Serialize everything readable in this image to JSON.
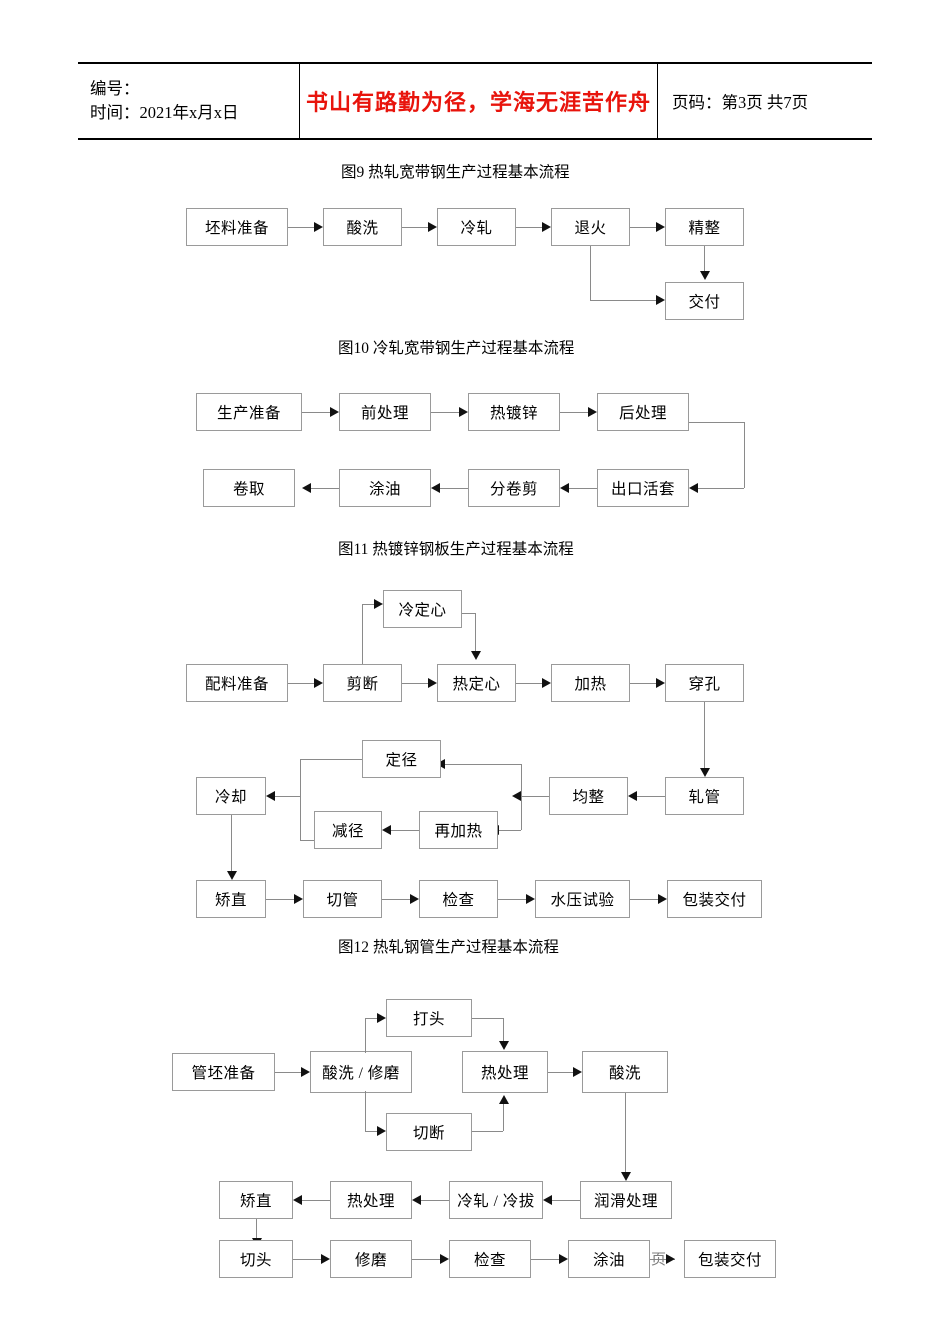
{
  "header": {
    "label_number": "编号：",
    "label_time": "时间：2021年x月x日",
    "slogan": "书山有路勤为径，学海无涯苦作舟",
    "page_info": "页码：第3页 共7页",
    "slogan_color": "#e8140c"
  },
  "captions": {
    "fig9": "图9 热轧宽带钢生产过程基本流程",
    "fig10": "图10 冷轧宽带钢生产过程基本流程",
    "fig11": "图11 热镀锌钢板生产过程基本流程",
    "fig12": "图12 热轧钢管生产过程基本流程"
  },
  "artifact": {
    "stray_glyph": "页"
  },
  "flow_cold_strip": {
    "nodes": {
      "n1": "坯料准备",
      "n2": "酸洗",
      "n3": "冷轧",
      "n4": "退火",
      "n5": "精整",
      "n6": "交付"
    }
  },
  "flow_galvanized": {
    "nodes": {
      "n1": "生产准备",
      "n2": "前处理",
      "n3": "热镀锌",
      "n4": "后处理",
      "n5": "出口活套",
      "n6": "分卷剪",
      "n7": "涂油",
      "n8": "卷取"
    }
  },
  "flow_hot_pipe": {
    "nodes": {
      "n1": "配料准备",
      "n2": "剪断",
      "n3": "冷定心",
      "n4": "热定心",
      "n5": "加热",
      "n6": "穿孔",
      "n7": "轧管",
      "n8": "均整",
      "n9": "定径",
      "n10": "再加热",
      "n11": "减径",
      "n12": "冷却",
      "n13": "矫直",
      "n14": "切管",
      "n15": "检查",
      "n16": "水压试验",
      "n17": "包装交付"
    }
  },
  "flow_cold_pipe": {
    "nodes": {
      "n1": "管坯准备",
      "n2": "酸洗 / 修磨",
      "n3": "打头",
      "n4": "切断",
      "n5": "热处理",
      "n6": "酸洗",
      "n7": "润滑处理",
      "n8": "冷轧 / 冷拔",
      "n9": "热处理",
      "n10": "矫直",
      "n11": "切头",
      "n12": "修磨",
      "n13": "检查",
      "n14": "涂油",
      "n15": "包装交付"
    }
  }
}
